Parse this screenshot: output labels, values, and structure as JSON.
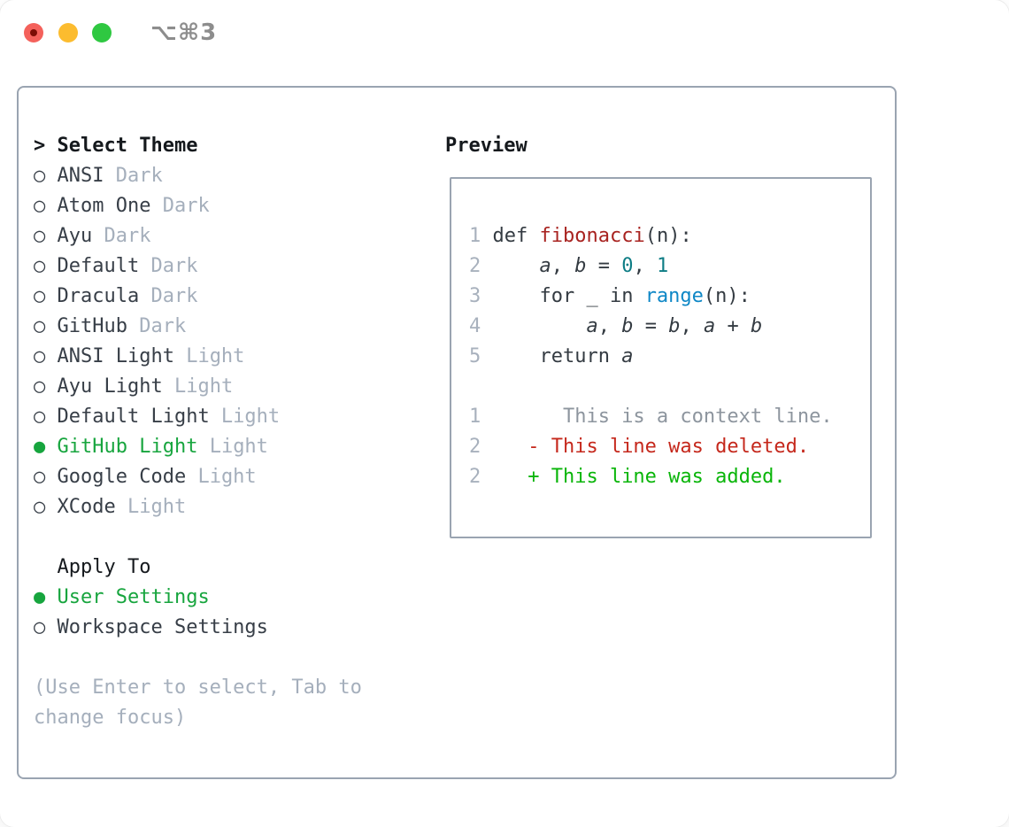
{
  "window": {
    "title": "⌥⌘3"
  },
  "theme_panel": {
    "header_prefix": "> ",
    "title": "Select Theme",
    "marker_selected": "● ",
    "marker_unselected": "○ ",
    "themes": [
      {
        "name": "ANSI",
        "variant": "Dark",
        "selected": false
      },
      {
        "name": "Atom One",
        "variant": "Dark",
        "selected": false
      },
      {
        "name": "Ayu",
        "variant": "Dark",
        "selected": false
      },
      {
        "name": "Default",
        "variant": "Dark",
        "selected": false
      },
      {
        "name": "Dracula",
        "variant": "Dark",
        "selected": false
      },
      {
        "name": "GitHub",
        "variant": "Dark",
        "selected": false
      },
      {
        "name": "ANSI Light",
        "variant": "Light",
        "selected": false
      },
      {
        "name": "Ayu Light",
        "variant": "Light",
        "selected": false
      },
      {
        "name": "Default Light",
        "variant": "Light",
        "selected": false
      },
      {
        "name": "GitHub Light",
        "variant": "Light",
        "selected": true
      },
      {
        "name": "Google Code",
        "variant": "Light",
        "selected": false
      },
      {
        "name": "XCode",
        "variant": "Light",
        "selected": false
      }
    ],
    "apply_to": {
      "title": "Apply To",
      "options": [
        {
          "label": "User Settings",
          "selected": true
        },
        {
          "label": "Workspace Settings",
          "selected": false
        }
      ]
    },
    "help_text": "(Use Enter to select, Tab to change focus)"
  },
  "preview": {
    "title": "Preview",
    "code_lines": [
      {
        "segments": [
          {
            "text": "1 ",
            "style": "num"
          },
          {
            "text": "def ",
            "style": "fg"
          },
          {
            "text": "fibonacci",
            "style": "func"
          },
          {
            "text": "(n):",
            "style": "fg"
          }
        ]
      },
      {
        "segments": [
          {
            "text": "2 ",
            "style": "num"
          },
          {
            "text": "    ",
            "style": "fg"
          },
          {
            "text": "a",
            "style": "var"
          },
          {
            "text": ", ",
            "style": "fg"
          },
          {
            "text": "b",
            "style": "var"
          },
          {
            "text": " = ",
            "style": "fg"
          },
          {
            "text": "0",
            "style": "number"
          },
          {
            "text": ", ",
            "style": "fg"
          },
          {
            "text": "1",
            "style": "number"
          }
        ]
      },
      {
        "segments": [
          {
            "text": "3 ",
            "style": "num"
          },
          {
            "text": "    for _ in ",
            "style": "fg"
          },
          {
            "text": "range",
            "style": "builtin"
          },
          {
            "text": "(n):",
            "style": "fg"
          }
        ]
      },
      {
        "segments": [
          {
            "text": "4 ",
            "style": "num"
          },
          {
            "text": "        ",
            "style": "fg"
          },
          {
            "text": "a",
            "style": "var"
          },
          {
            "text": ", ",
            "style": "fg"
          },
          {
            "text": "b",
            "style": "var"
          },
          {
            "text": " = ",
            "style": "fg"
          },
          {
            "text": "b",
            "style": "var"
          },
          {
            "text": ", ",
            "style": "fg"
          },
          {
            "text": "a",
            "style": "var"
          },
          {
            "text": " + ",
            "style": "fg"
          },
          {
            "text": "b",
            "style": "var"
          }
        ]
      },
      {
        "segments": [
          {
            "text": "5 ",
            "style": "num"
          },
          {
            "text": "    return ",
            "style": "fg"
          },
          {
            "text": "a",
            "style": "var"
          }
        ]
      },
      {
        "segments": []
      },
      {
        "segments": [
          {
            "text": "1",
            "style": "num"
          },
          {
            "text": "       This is a context line.",
            "style": "ctx"
          }
        ]
      },
      {
        "segments": [
          {
            "text": "2",
            "style": "num"
          },
          {
            "text": "    - This line was deleted.",
            "style": "del"
          }
        ]
      },
      {
        "segments": [
          {
            "text": "2",
            "style": "num"
          },
          {
            "text": "    + This line was added.",
            "style": "add"
          }
        ]
      }
    ]
  },
  "colors": {
    "selected_green": "#17a53e",
    "added_green": "#09b509",
    "deleted_red": "#c5281c",
    "function_red": "#a82320",
    "builtin_blue": "#0e87c6",
    "number_teal": "#0e7d85",
    "muted_gray": "#a5afbc",
    "context_gray": "#8d959e",
    "border_gray": "#9aa4b1",
    "traffic_close": "#f4615b",
    "traffic_minimize": "#fcbc2f",
    "traffic_zoom": "#2fc841"
  }
}
